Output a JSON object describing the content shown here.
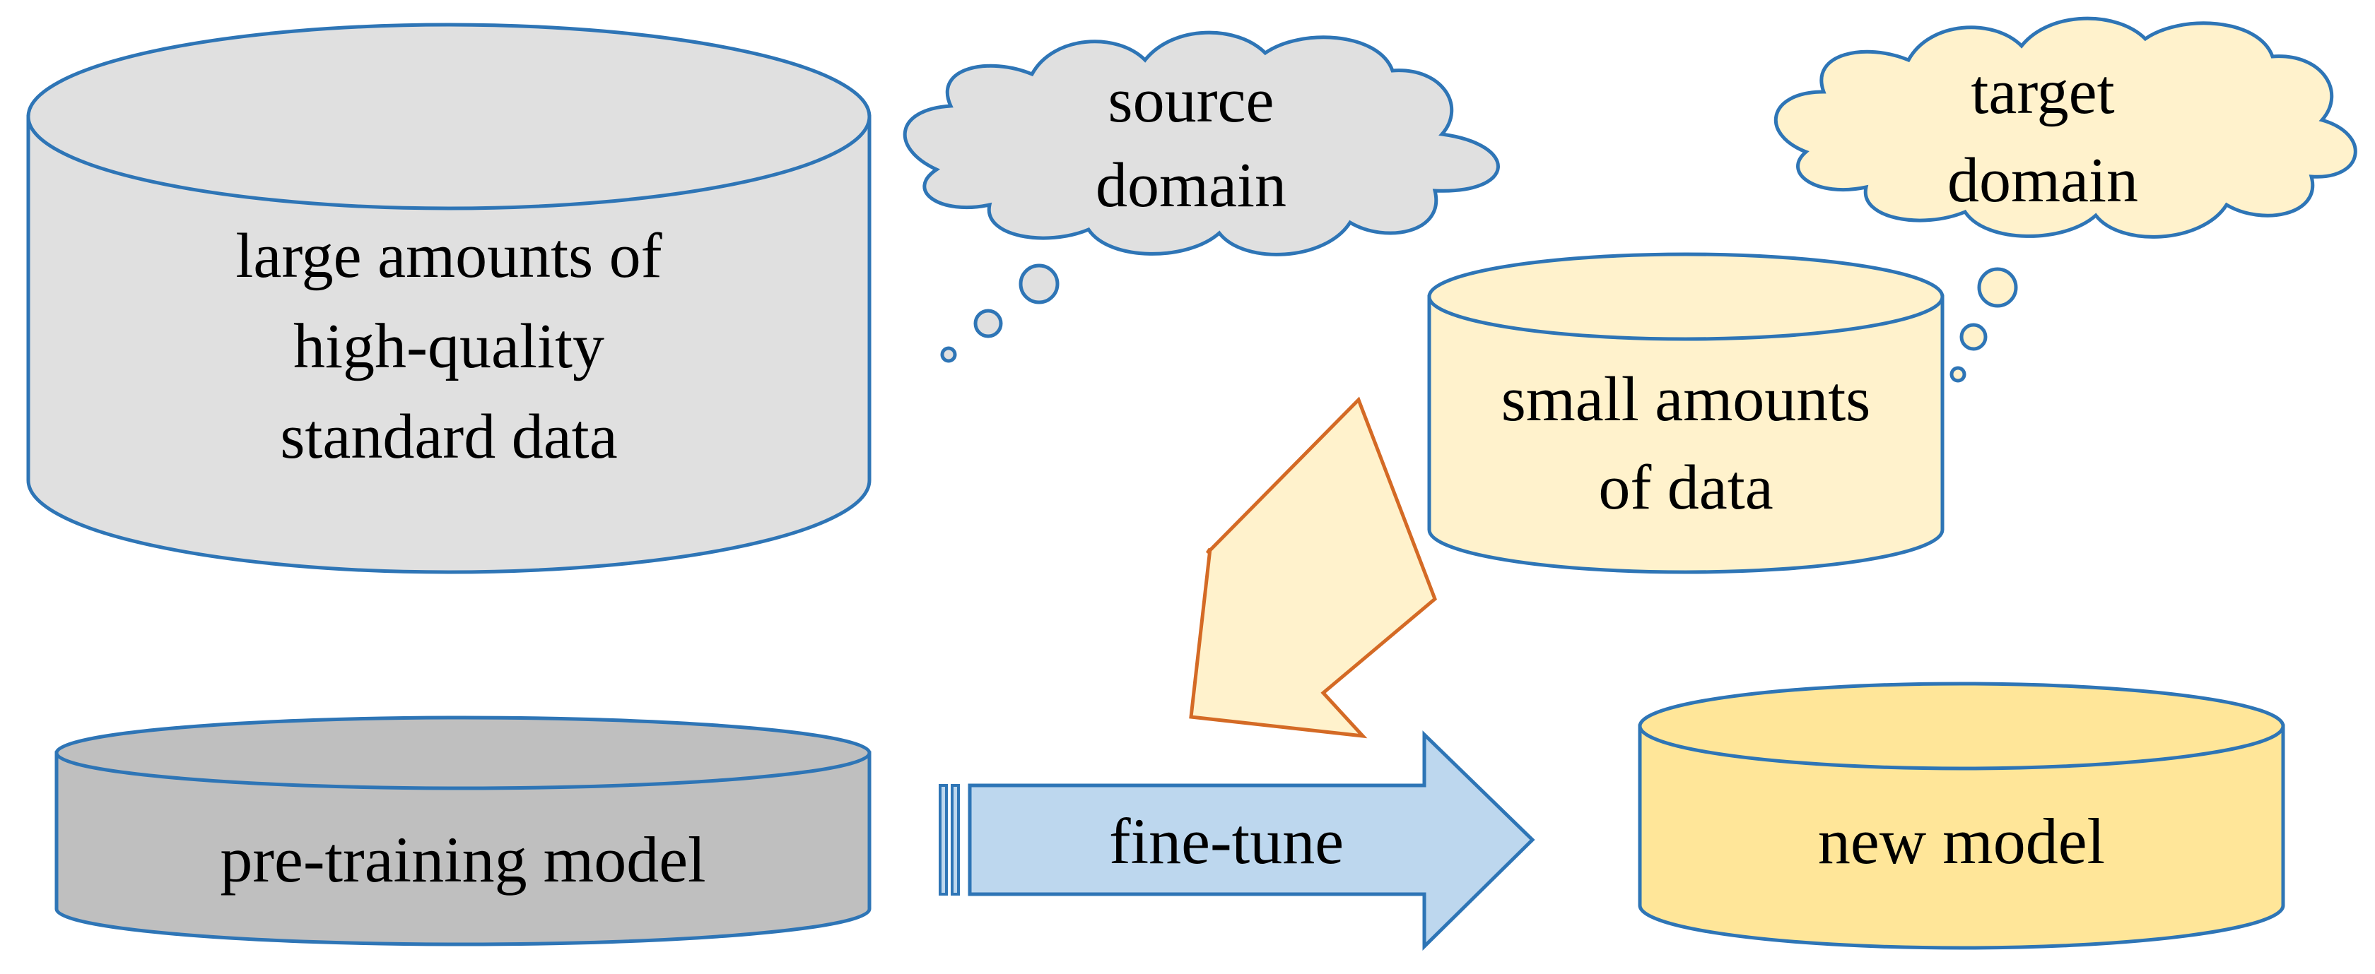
{
  "colors": {
    "outline": "#2E75B6",
    "gray_light": "#E0E0E0",
    "gray_dark": "#BFBFBF",
    "cream": "#FFF2CC",
    "yellow": "#FFE699",
    "blue_arrow": "#BDD7EE",
    "orange_outline": "#D46A25"
  },
  "nodes": {
    "large_data": {
      "lines": [
        "large amounts of",
        "high-quality",
        "standard data"
      ]
    },
    "source_cloud": {
      "lines": [
        "source",
        "domain"
      ]
    },
    "target_cloud": {
      "lines": [
        "target",
        "domain"
      ]
    },
    "small_data": {
      "lines": [
        "small amounts",
        "of data"
      ]
    },
    "pretrain_model": {
      "label": "pre-training model"
    },
    "new_model": {
      "label": "new model"
    }
  },
  "arrows": {
    "finetune": {
      "label": "fine-tune"
    }
  }
}
